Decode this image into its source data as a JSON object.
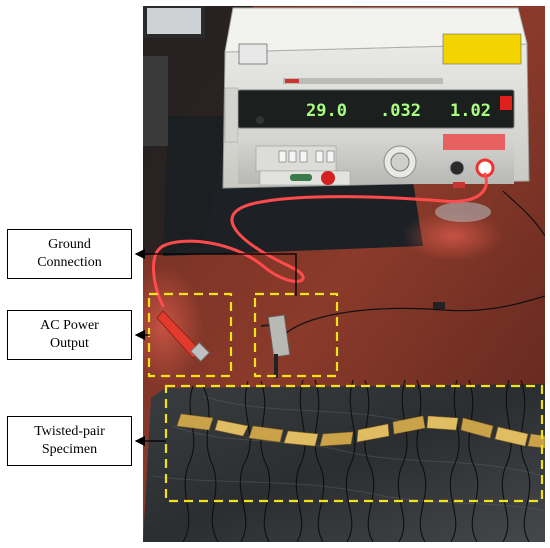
{
  "labels": {
    "ground": [
      "Ground",
      "Connection"
    ],
    "ac_power": [
      "AC Power",
      "Output"
    ],
    "specimen": [
      "Twisted-pair",
      "Specimen"
    ]
  },
  "device_display": {
    "voltage": "29.0",
    "current": ".032",
    "time": "1.02"
  },
  "colors": {
    "dashed_box": "#f2e21a",
    "arrow": "#000000",
    "cable": "#ff4b4b"
  }
}
